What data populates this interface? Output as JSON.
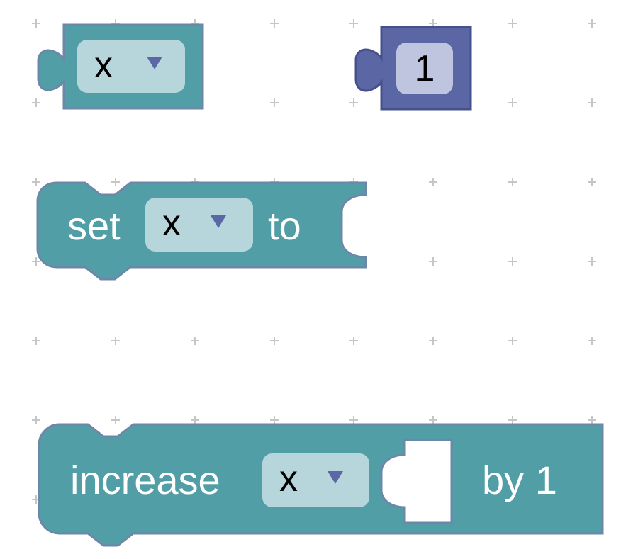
{
  "colors": {
    "background": "#ffffff",
    "grid_cross": "#c6c6c6",
    "variable_block": "#529ea6",
    "variable_block_stroke": "#6d87a8",
    "math_block": "#5b67a5",
    "math_block_stroke": "#46508a",
    "dropdown_bg": "#b7d6db",
    "dropdown_arrow": "#5c68a6",
    "number_field_bg": "#c0c5df",
    "label_text": "#ffffff"
  },
  "blocks": {
    "variable_get": {
      "variable": "x",
      "dropdown_icon": "triangle-down-icon"
    },
    "math_number": {
      "value": "1"
    },
    "variables_set": {
      "label_before": "set",
      "variable": "x",
      "label_after": "to"
    },
    "math_change": {
      "label_before": "increase",
      "variable": "x",
      "label_after": "by 1"
    }
  }
}
